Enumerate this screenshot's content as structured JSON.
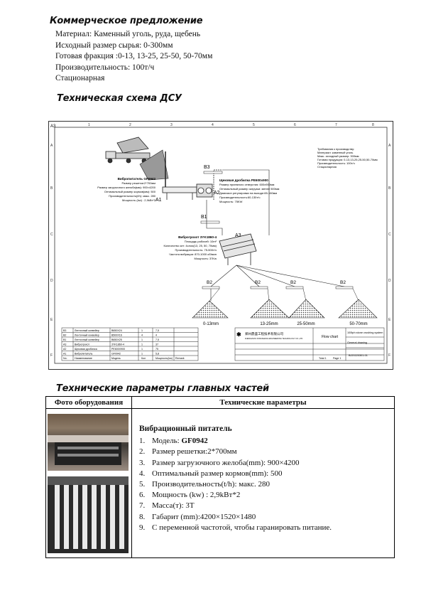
{
  "header": {
    "title": "Коммерческое предложение",
    "lines": [
      "Материал: Каменный уголь, руда, щебень",
      "Исходный размер сырья: 0-300мм",
      "Готовая фракция :0-13, 13-25, 25-50, 50-70мм",
      "Производительность: 100т/ч",
      "Стационарная"
    ]
  },
  "scheme": {
    "title": "Техническая схема ДСУ"
  },
  "drawing": {
    "sheet_label": "A3",
    "col_numbers": [
      "1",
      "2",
      "3",
      "4",
      "5",
      "6",
      "7",
      "8"
    ],
    "row_letters": [
      "A",
      "B",
      "C",
      "D",
      "E",
      "F"
    ],
    "labels": {
      "a1": "A1",
      "a2": "A2",
      "a3": "A3",
      "b1": "B1",
      "b2": "B2",
      "b3": "B3",
      "feeder": "Вибропитатель GF0942",
      "feeder_specs": [
        "Размер решетки:2*700мм",
        "Размер загрузочного желоба(мм): 900×4200",
        "Оптимальный размер кормов(мм): 500",
        "Производительность(t/h): макс. 280",
        "Мощность (kw) : 2,9kВт*2"
      ],
      "crusher": "Щековая дробилка PE600x900",
      "crusher_specs": [
        "Размер приемного отверстия: 600х900мм",
        "Оптимальный размер загрузки: менее 500мм",
        "Диапазон регулировки на выходе:65-160мм",
        "Производительность:60-130т/ч",
        "Мощность: 75KW"
      ],
      "screen": "Виброгрохот 3YK1860-4",
      "screen_specs": [
        "Площадь рабочей: 10m²",
        "Количество сит: 4слоя(13, 25, 50, 70мм)",
        "Производительность: 75-500т/ч",
        "Частота вибрации: 870-1000 об/мин",
        "Мощность: 37Kw"
      ],
      "notes": [
        "Требования к производству:",
        "Материал: каменный уголь",
        "Макс. исходный размер: 300мм",
        "Готовая продукция: 0-13,13-25,25-50,50-70мм",
        "Производительность: 100т/ч",
        "Стационарная"
      ],
      "piles": [
        "0-13mm",
        "13-25mm",
        "25-50mm",
        "50-70mm"
      ]
    },
    "legend_rows": [
      [
        "B3",
        "Ленточный конвейер",
        "B650X24",
        "1",
        "7,5",
        ""
      ],
      [
        "B2",
        "Ленточный конвейер",
        "B500X16",
        "4",
        "4",
        ""
      ],
      [
        "B1",
        "Ленточный конвейер",
        "B650X25",
        "1",
        "7,5",
        ""
      ],
      [
        "A3",
        "Виброгрохот",
        "3YK1860-4",
        "1",
        "37",
        ""
      ],
      [
        "A2",
        "Щековая дробилка",
        "PE600X900",
        "1",
        "75",
        ""
      ],
      [
        "A1",
        "Вибропитатель",
        "GF0942",
        "1",
        "5,8",
        ""
      ],
      [
        "No.",
        "Наименование",
        "Модель",
        "Кол",
        "Мощность(kw)",
        "Remark"
      ]
    ],
    "title_block": {
      "company": "郑州鼎盛工程技术有限公司",
      "company_en": "ZHENGZHOU DINGSHENG ENGINEERING TECHNOLOGY CO.,LTD",
      "flow": "Flow chart",
      "project": "100tph stone crushing system",
      "general": "General drawing",
      "number": "BJ20220301-01",
      "sheet": "Total 1",
      "page": "Page 1"
    }
  },
  "parts": {
    "title": "Технические параметры главных частей"
  },
  "table": {
    "col1_header": "Фото оборудования",
    "col2_header": "Технические параметры",
    "param_title": "Вибрационный питатель",
    "params": [
      {
        "num": "1.",
        "text": "Модель: ",
        "bold": "GF0942"
      },
      {
        "num": "2.",
        "text": "Размер решетки:2*700мм",
        "bold": ""
      },
      {
        "num": "3.",
        "text": "Размер загрузочного желоба(mm): 900×4200",
        "bold": ""
      },
      {
        "num": "4.",
        "text": "Оптимальный размер кормов(mm): 500",
        "bold": ""
      },
      {
        "num": "5.",
        "text": "Производительность(t/h): макс. 280",
        "bold": ""
      },
      {
        "num": "6.",
        "text": "Мощность     (kw)  : 2,9kВт*2",
        "bold": ""
      },
      {
        "num": "7.",
        "text": "Масса(т): 3Т",
        "bold": ""
      },
      {
        "num": "8.",
        "text": "Габарит (mm):4200×1520×1480",
        "bold": ""
      },
      {
        "num": "9.",
        "text": "С переменной частотой, чтобы гаранировать питание.",
        "bold": ""
      }
    ]
  }
}
